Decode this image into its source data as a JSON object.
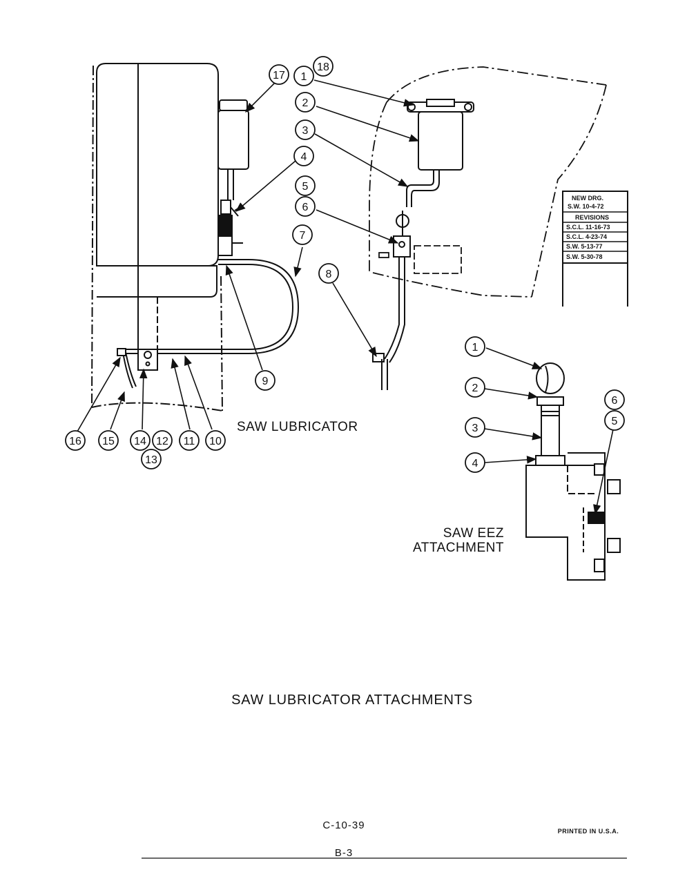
{
  "labels": {
    "saw_lubricator": "SAW LUBRICATOR",
    "saw_eez_line1": "SAW EEZ",
    "saw_eez_line2": "ATTACHMENT",
    "title": "SAW LUBRICATOR ATTACHMENTS"
  },
  "revision_block": {
    "new_drg": "NEW DRG.",
    "new_drg_date": "S.W. 10-4-72",
    "revisions_header": "REVISIONS",
    "entries": [
      "S.C.L. 11-16-73",
      "S.C.L. 4-23-74",
      "S.W. 5-13-77",
      "S.W. 5-30-78"
    ]
  },
  "callouts": {
    "c18": "18",
    "c17": "17",
    "c1": "1",
    "c2": "2",
    "c3": "3",
    "c4": "4",
    "c5": "5",
    "c6": "6",
    "c7": "7",
    "c8": "8",
    "c9": "9",
    "c16": "16",
    "c15": "15",
    "c14": "14",
    "c12": "12",
    "c13": "13",
    "c11": "11",
    "c10": "10",
    "e1": "1",
    "e2": "2",
    "e3": "3",
    "e4": "4",
    "e5": "5",
    "e6": "6"
  },
  "footer": {
    "drawing_number": "C-10-39",
    "page_number": "B-3",
    "printed": "PRINTED IN U.S.A."
  }
}
